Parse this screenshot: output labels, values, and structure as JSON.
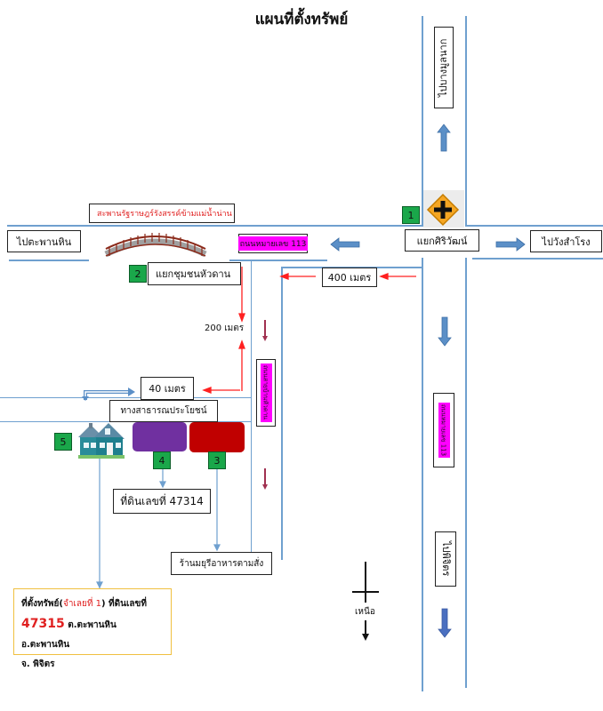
{
  "title": "แผนที่ตั้งทรัพย์",
  "labels": {
    "to_bang_mun_nak": "ไปบางมูลนาก",
    "bridge_name": "สะพานรัฐราษฎร์รังสรรค์ข้ามแม่น้ำน่าน",
    "to_taphan_hin": "ไปตะพานหิน",
    "highway_113_horizontal": "ถนนหมายเลข 113",
    "siriwat_junction": "แยกศิริวัฒน์",
    "to_wang_sam_rong": "ไปวังสำโรง",
    "hua_dan_junction": "แยกชุมชนหัวดาน",
    "dist_400": "400 เมตร",
    "dist_200": "200 เมตร",
    "dist_40": "40 เมตร",
    "public_way": "ทางสาธารณประโยชน์",
    "local_road_vertical": "ถนนสายบ้านหัวดาน",
    "highway_113_vertical": "ถนนหมายเลข 113",
    "land_47314": "ที่ดินเลขที่ 47314",
    "restaurant": "ร้านมยุรีอาหารตามสั่ง",
    "to_phichit": "ไปพิจิตร",
    "north": "เหนือ"
  },
  "property_note": {
    "line1_prefix": "ที่ตั้งทรัพย์(",
    "line1_red": "จำเลยที่ 1",
    "line1_suffix": ") ที่ดินเลขที่",
    "line2_red": "47315",
    "line2_rest": " ต.ตะพานหิน อ.ตะพานหิน",
    "line3": "จ. พิจิตร"
  },
  "markers": [
    "1",
    "2",
    "3",
    "4",
    "5"
  ],
  "colors": {
    "road": "#6fa0cf",
    "route_arrow": "#ff2020",
    "marker_green": "#1aa74a",
    "plot_purple": "#7030a0",
    "plot_red": "#c00000",
    "highlight_magenta": "#ff00ff",
    "note_border": "#f0c040",
    "note_red": "#e02020"
  }
}
